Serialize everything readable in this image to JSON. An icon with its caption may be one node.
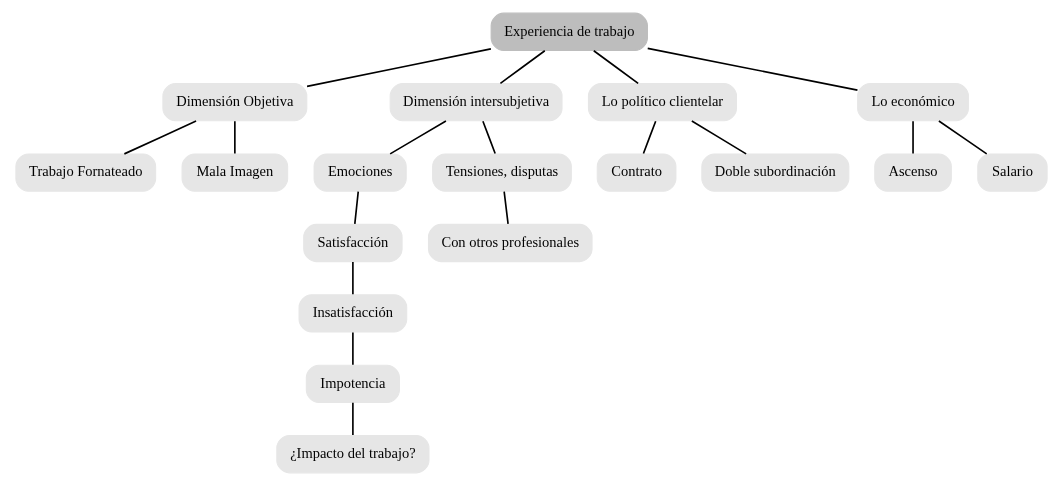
{
  "diagram": {
    "nodes": [
      {
        "text": [
          "Experiencia de trabajo"
        ]
      },
      {
        "text": [
          "Dimensión Objetiva"
        ]
      },
      {
        "text": [
          "Trabajo Fornateado"
        ]
      },
      {
        "text": [
          "Mala Imagen"
        ]
      },
      {
        "text": [
          "Dimensión intersubjetiva"
        ]
      },
      {
        "text": [
          "Emociones"
        ]
      },
      {
        "text": [
          "Tensiones, disputas"
        ]
      },
      {
        "text": [
          "Con otros profesionales"
        ]
      },
      {
        "text": [
          "Satisfacción"
        ]
      },
      {
        "text": [
          "Insatisfacción"
        ]
      },
      {
        "text": [
          "Impotencia"
        ]
      },
      {
        "text": [
          "¿Impacto del trabajo?"
        ]
      },
      {
        "text": [
          "Lo político clientelar"
        ]
      },
      {
        "text": [
          "Contrato"
        ]
      },
      {
        "text": [
          "Doble subordinación"
        ]
      },
      {
        "text": [
          "Lo económico"
        ]
      },
      {
        "text": [
          "Ascenso"
        ]
      },
      {
        "text": [
          "Salario"
        ]
      }
    ],
    "edges": [
      {
        "from": 0,
        "to": 1,
        "arrow": "none"
      },
      {
        "from": 1,
        "to": 2,
        "arrow": "none"
      },
      {
        "from": 1,
        "to": 3,
        "arrow": "none"
      },
      {
        "from": 0,
        "to": 12,
        "arrow": "none"
      },
      {
        "from": 12,
        "to": 13,
        "arrow": "none"
      },
      {
        "from": 12,
        "to": 14,
        "arrow": "none"
      },
      {
        "from": 0,
        "to": 15,
        "arrow": "none"
      },
      {
        "from": 15,
        "to": 16,
        "arrow": "none"
      },
      {
        "from": 15,
        "to": 17,
        "arrow": "none"
      },
      {
        "from": 0,
        "to": 4,
        "arrow": "none"
      },
      {
        "from": 4,
        "to": 5,
        "arrow": "none"
      },
      {
        "from": 4,
        "to": 6,
        "arrow": "none"
      },
      {
        "from": 6,
        "to": 7,
        "arrow": "none"
      },
      {
        "from": 5,
        "to": 8,
        "arrow": "none"
      },
      {
        "from": 8,
        "to": 9,
        "arrow": "none"
      },
      {
        "from": 9,
        "to": 10,
        "arrow": "none"
      },
      {
        "from": 10,
        "to": 11,
        "arrow": "none"
      }
    ]
  }
}
